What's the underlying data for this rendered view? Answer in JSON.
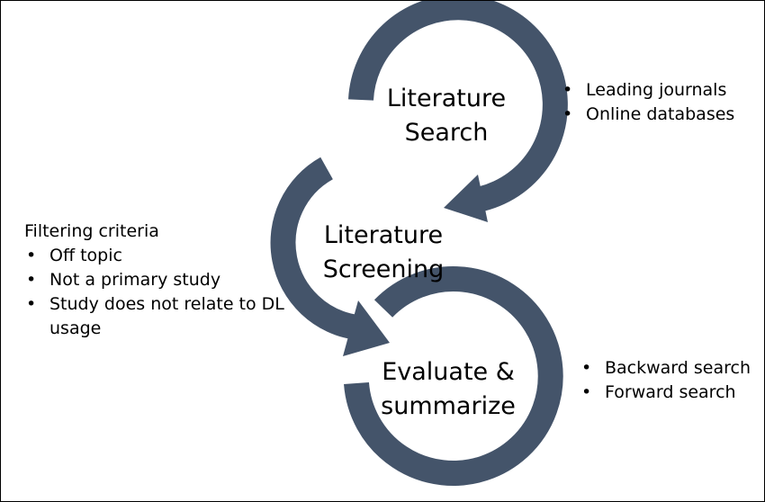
{
  "colors": {
    "ring": "#44546a",
    "text": "#000000",
    "background": "#ffffff"
  },
  "steps": [
    {
      "line1": "Literature",
      "line2": "Search"
    },
    {
      "line1": "Literature",
      "line2": "Screening"
    },
    {
      "line1": "Evaluate &",
      "line2": "summarize"
    }
  ],
  "search_notes": {
    "items": [
      "Leading journals",
      "Online databases"
    ]
  },
  "filtering": {
    "heading": "Filtering criteria",
    "items": [
      "Off topic",
      "Not a primary study",
      "Study does not relate to DL usage"
    ]
  },
  "evaluate_notes": {
    "items": [
      "Backward search",
      "Forward search"
    ]
  }
}
